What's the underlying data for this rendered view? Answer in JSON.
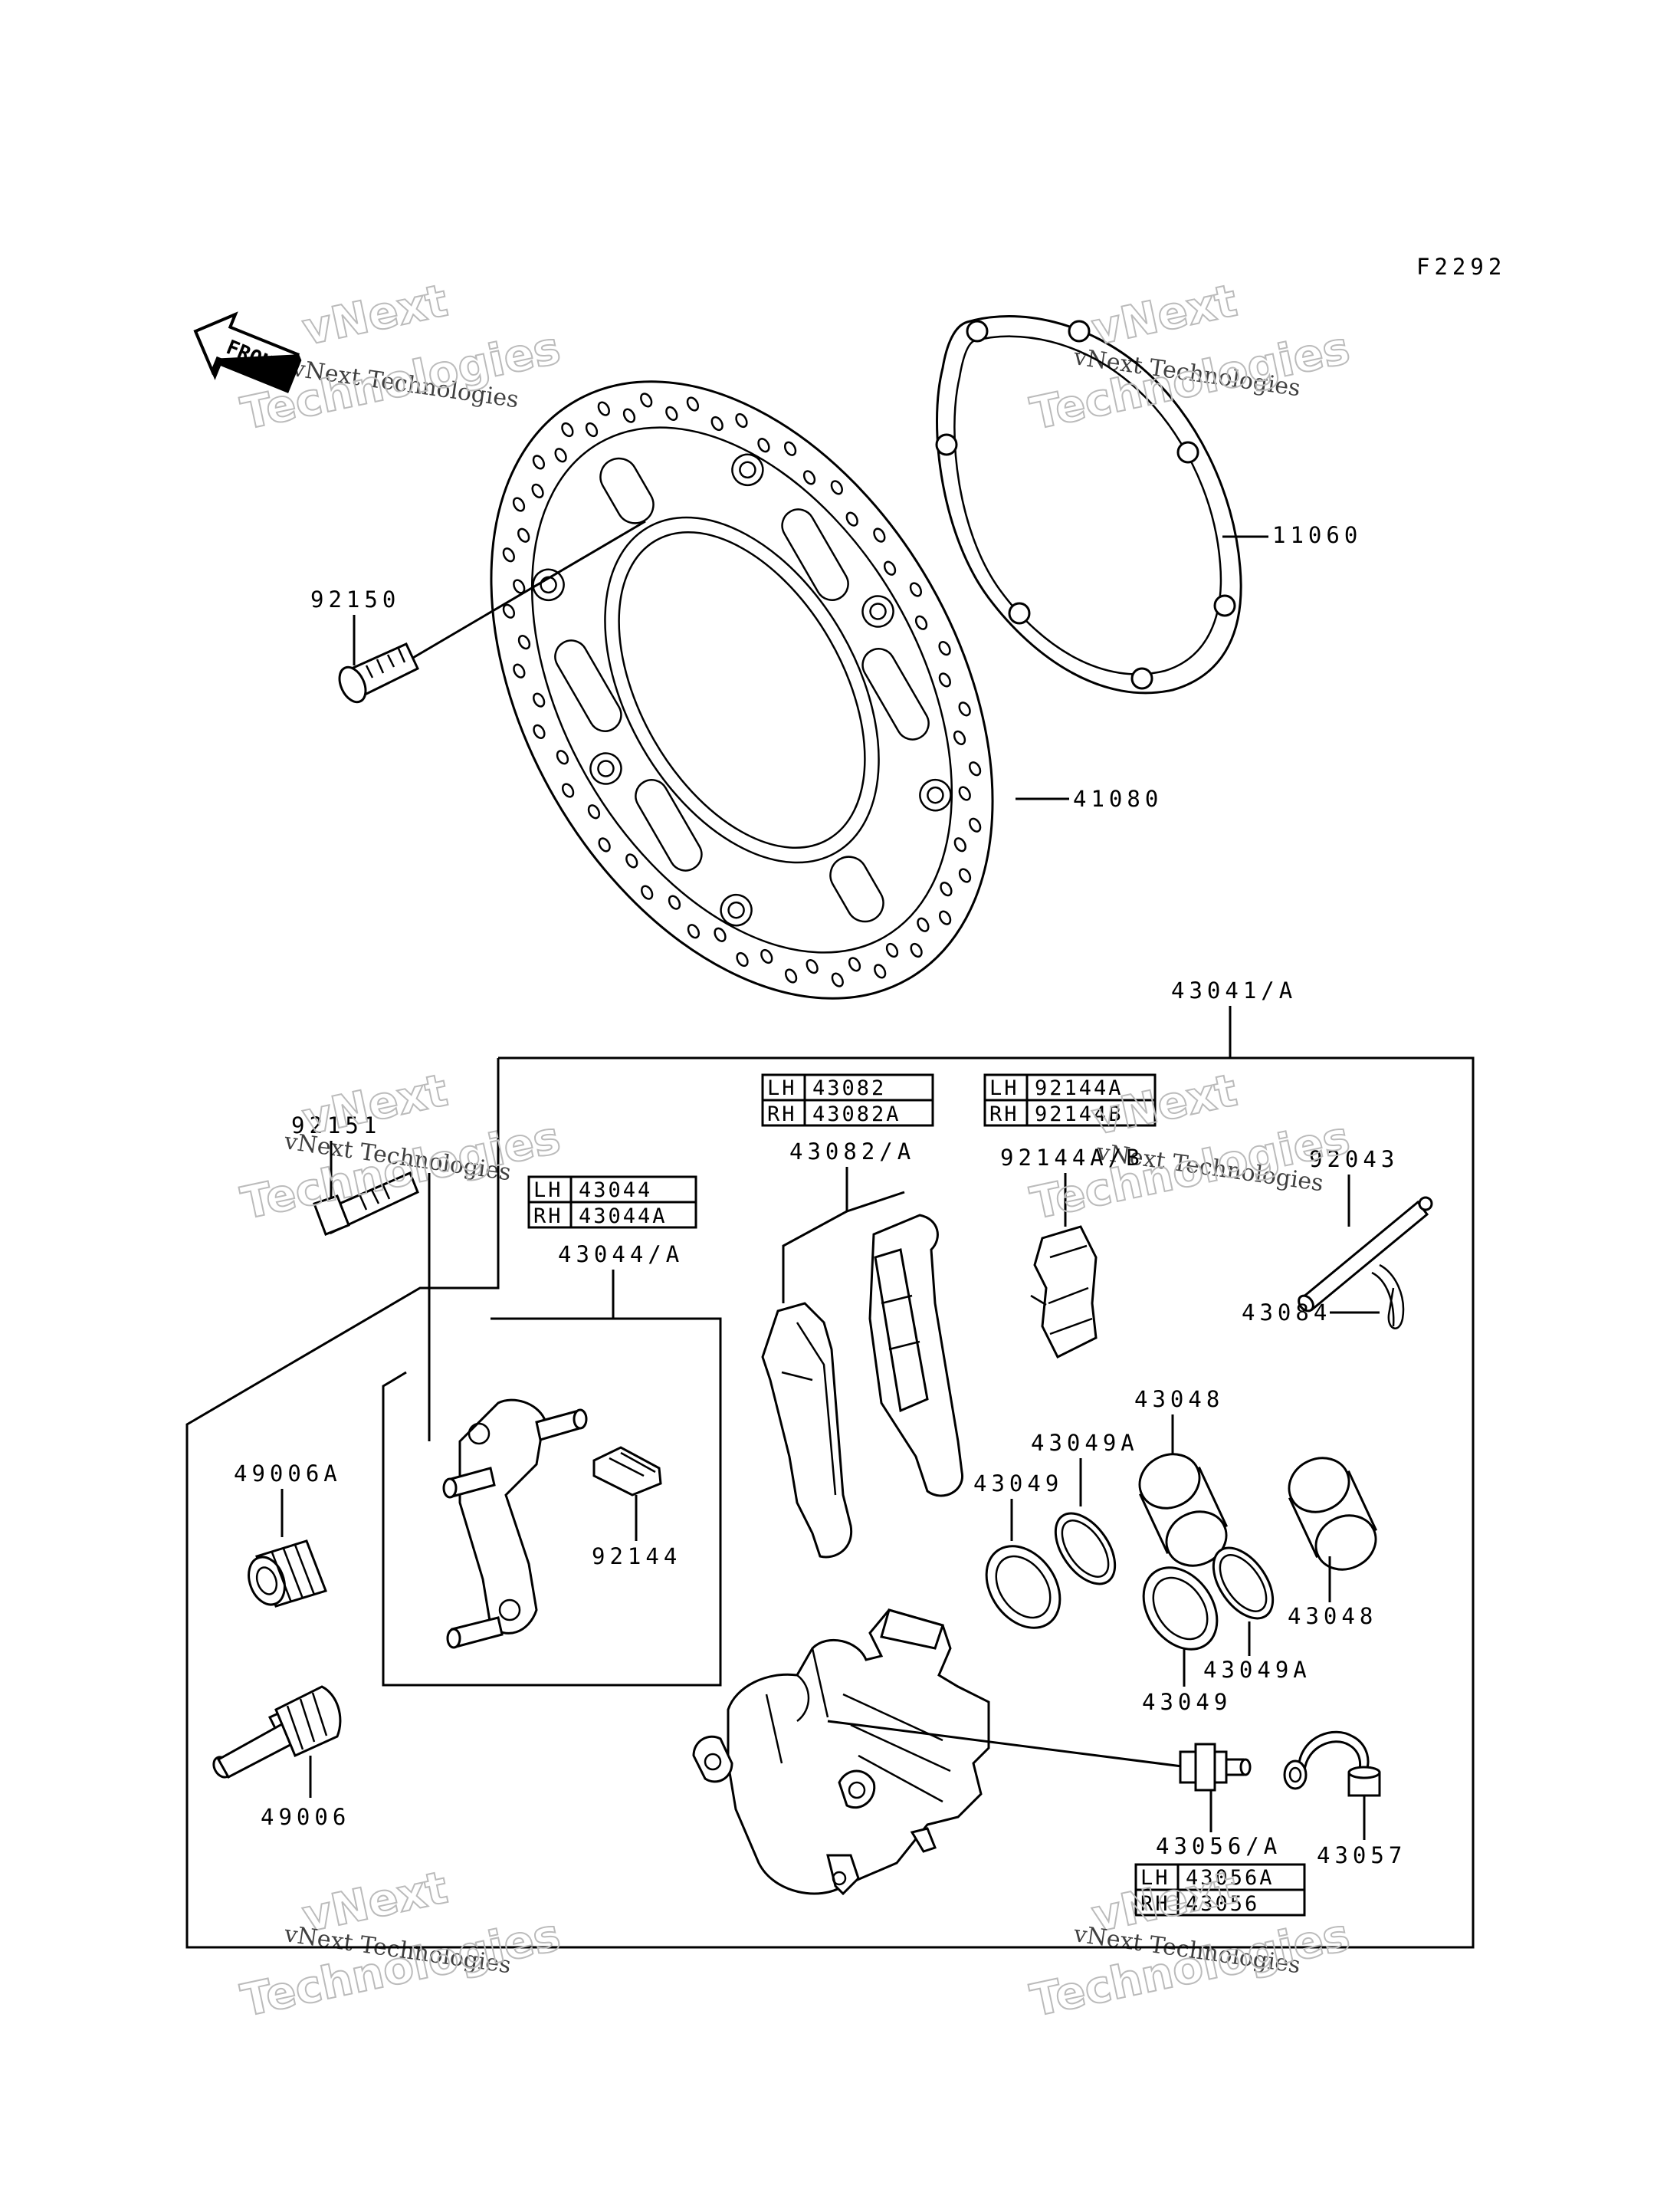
{
  "figure_code": "F2292",
  "front_arrow_label": "FRONT",
  "watermark": {
    "line1": "vNext",
    "line2": "vNext Technologies",
    "line3": "Technologies"
  },
  "parts": {
    "p11060": "11060",
    "p41080": "41080",
    "p92150": "92150",
    "p43041": "43041/A",
    "p92151": "92151",
    "p43082": "43082/A",
    "p92144ab": "92144A/B",
    "p92043": "92043",
    "p43044": "43044/A",
    "p43084": "43084",
    "p43048a": "43048",
    "p43049Aa": "43049A",
    "p43049a": "43049",
    "p49006A": "49006A",
    "p92144": "92144",
    "p43048b": "43048",
    "p43049Ab": "43049A",
    "p43049b": "43049",
    "p49006": "49006",
    "p43056": "43056/A",
    "p43057": "43057"
  },
  "tables": {
    "t43082": [
      {
        "side": "LH",
        "part": "43082"
      },
      {
        "side": "RH",
        "part": "43082A"
      }
    ],
    "t92144": [
      {
        "side": "LH",
        "part": "92144A"
      },
      {
        "side": "RH",
        "part": "92144B"
      }
    ],
    "t43044": [
      {
        "side": "LH",
        "part": "43044"
      },
      {
        "side": "RH",
        "part": "43044A"
      }
    ],
    "t43056": [
      {
        "side": "LH",
        "part": "43056A"
      },
      {
        "side": "RH",
        "part": "43056"
      }
    ]
  }
}
